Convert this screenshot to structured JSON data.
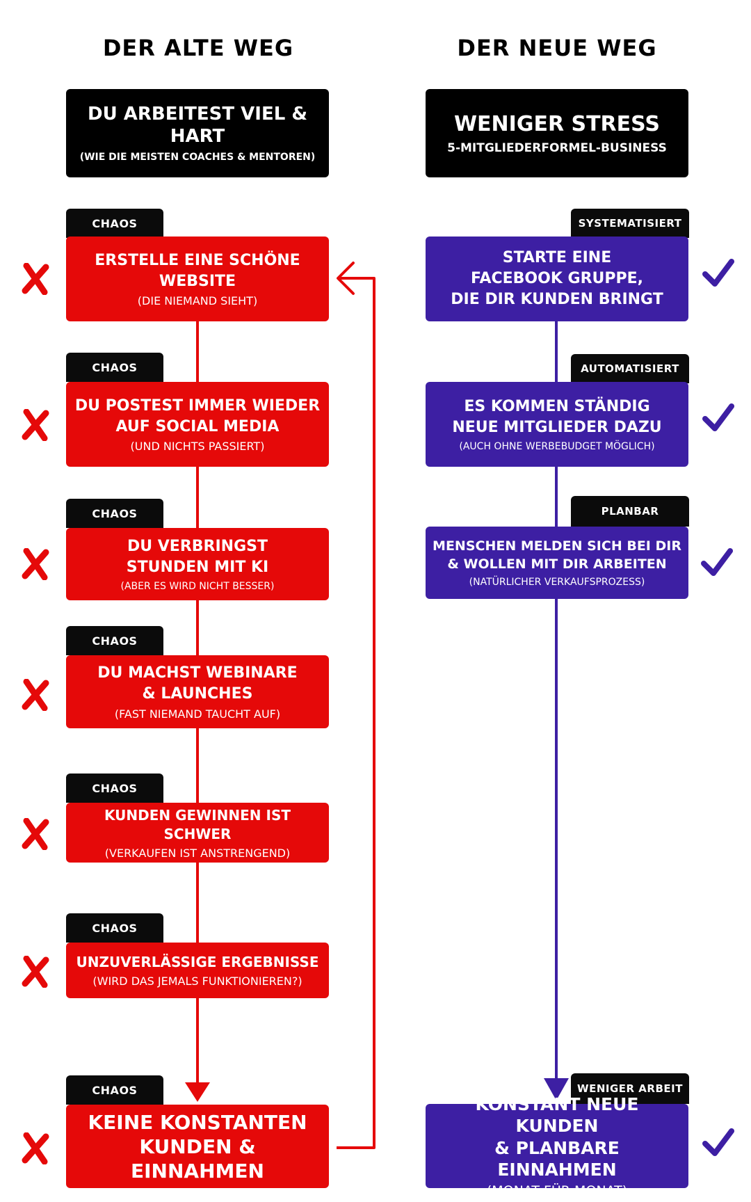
{
  "colors": {
    "red": "#e50909",
    "purple": "#3d1fa3",
    "black": "#0b0b0b"
  },
  "left": {
    "heading": "DER ALTE WEG",
    "top_title": "DU ARBEITEST VIEL & HART",
    "top_subtitle": "(WIE DIE MEISTEN COACHES & MENTOREN)",
    "steps": [
      {
        "tag": "CHAOS",
        "main": "ERSTELLE EINE SCHÖNE\nWEBSITE",
        "sub": "(DIE NIEMAND SIEHT)"
      },
      {
        "tag": "CHAOS",
        "main": "DU POSTEST IMMER WIEDER\nAUF SOCIAL MEDIA",
        "sub": "(UND NICHTS PASSIERT)"
      },
      {
        "tag": "CHAOS",
        "main": "DU VERBRINGST\nSTUNDEN MIT KI",
        "sub": "(ABER ES WIRD NICHT BESSER)"
      },
      {
        "tag": "CHAOS",
        "main": "DU MACHST WEBINARE\n& LAUNCHES",
        "sub": "(FAST NIEMAND TAUCHT AUF)"
      },
      {
        "tag": "CHAOS",
        "main": "KUNDEN GEWINNEN IST SCHWER",
        "sub": "(VERKAUFEN IST ANSTRENGEND)"
      },
      {
        "tag": "CHAOS",
        "main": "UNZUVERLÄSSIGE ERGEBNISSE",
        "sub": "(WIRD DAS JEMALS FUNKTIONIEREN?)"
      },
      {
        "tag": "CHAOS",
        "main": "KEINE KONSTANTEN\nKUNDEN & EINNAHMEN",
        "sub": ""
      }
    ],
    "mark_icon": "x-icon"
  },
  "right": {
    "heading": "DER NEUE WEG",
    "top_title": "WENIGER STRESS",
    "top_subtitle": "5-MITGLIEDERFORMEL-BUSINESS",
    "steps": [
      {
        "tag": "SYSTEMATISIERT",
        "main": "STARTE EINE\nFACEBOOK GRUPPE,\nDIE DIR KUNDEN BRINGT",
        "sub": ""
      },
      {
        "tag": "AUTOMATISIERT",
        "main": "ES KOMMEN STÄNDIG\nNEUE MITGLIEDER DAZU",
        "sub": "(AUCH OHNE WERBEBUDGET MÖGLICH)"
      },
      {
        "tag": "PLANBAR",
        "main": "MENSCHEN MELDEN SICH BEI DIR\n& WOLLEN MIT DIR ARBEITEN",
        "sub": "(NATÜRLICHER VERKAUFSPROZESS)"
      },
      {
        "tag": "WENIGER ARBEIT",
        "main": "KONSTANT NEUE KUNDEN\n& PLANBARE EINNAHMEN",
        "sub": "(MONAT FÜR MONAT)"
      }
    ],
    "mark_icon": "check-icon"
  }
}
